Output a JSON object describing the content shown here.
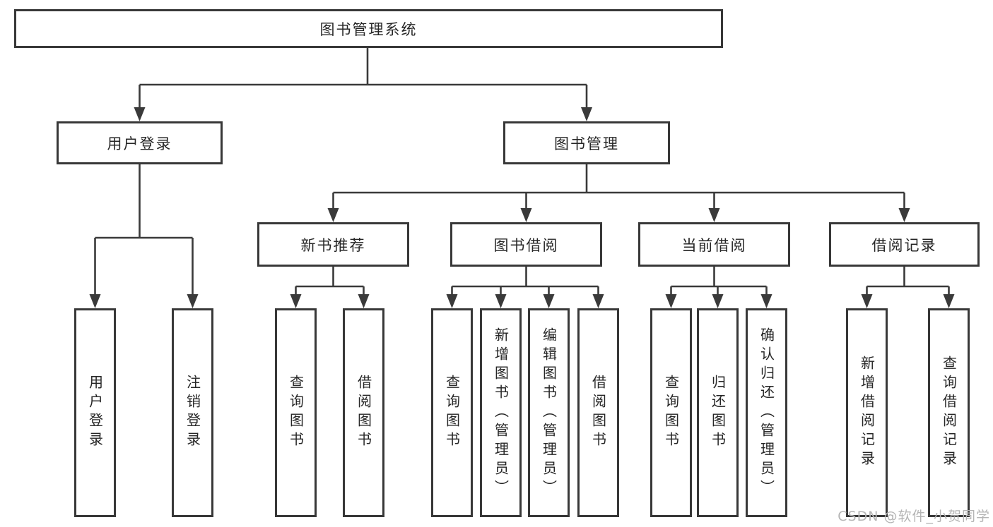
{
  "tree": {
    "root": "图书管理系统",
    "children": [
      {
        "label": "用户登录",
        "children": [
          "用户登录",
          "注销登录"
        ]
      },
      {
        "label": "图书管理",
        "children": [
          {
            "label": "新书推荐",
            "children": [
              "查询图书",
              "借阅图书"
            ]
          },
          {
            "label": "图书借阅",
            "children": [
              "查询图书",
              "新增图书（管理员）",
              "编辑图书（管理员）",
              "借阅图书"
            ]
          },
          {
            "label": "当前借阅",
            "children": [
              "查询图书",
              "归还图书",
              "确认归还（管理员）"
            ]
          },
          {
            "label": "借阅记录",
            "children": [
              "新增借阅记录",
              "查询借阅记录"
            ]
          }
        ]
      }
    ]
  },
  "watermark": {
    "text": "CSDN @软件_小贺同学"
  },
  "colors": {
    "line": "#3a3a3a",
    "box_border": "#383838",
    "text": "#262626",
    "watermark": "#b5b5b5",
    "background": "#ffffff"
  }
}
